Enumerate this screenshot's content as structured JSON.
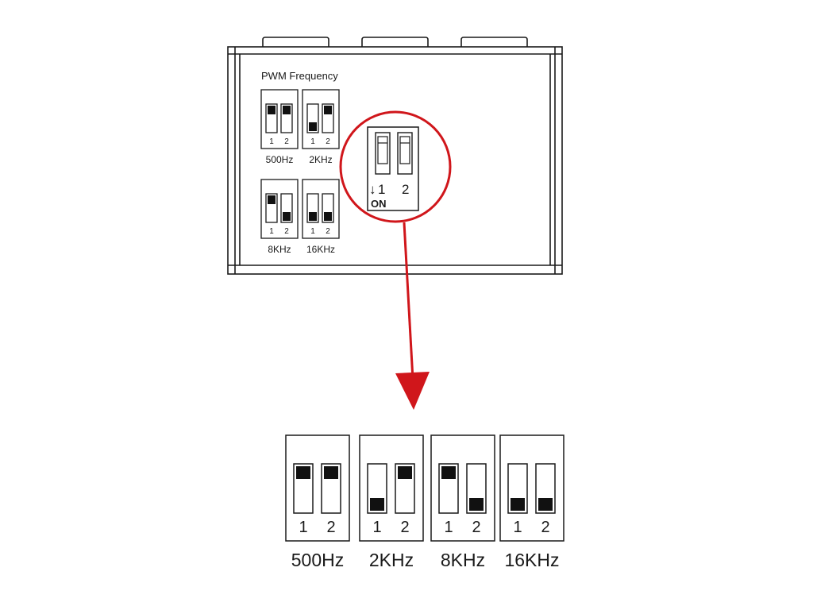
{
  "panel": {
    "title": "PWM Frequency"
  },
  "switch_closeup": {
    "num1": "1",
    "num2": "2",
    "on_label": "ON",
    "down_arrow": "↓"
  },
  "settings": [
    {
      "label": "500Hz",
      "switch1": "up",
      "switch2": "up",
      "num1": "1",
      "num2": "2"
    },
    {
      "label": "2KHz",
      "switch1": "down",
      "switch2": "up",
      "num1": "1",
      "num2": "2"
    },
    {
      "label": "8KHz",
      "switch1": "up",
      "switch2": "down",
      "num1": "1",
      "num2": "2"
    },
    {
      "label": "16KHz",
      "switch1": "down",
      "switch2": "down",
      "num1": "1",
      "num2": "2"
    }
  ],
  "colors": {
    "line": "#1a1a1a",
    "highlight": "#d0161b",
    "background": "#ffffff"
  }
}
